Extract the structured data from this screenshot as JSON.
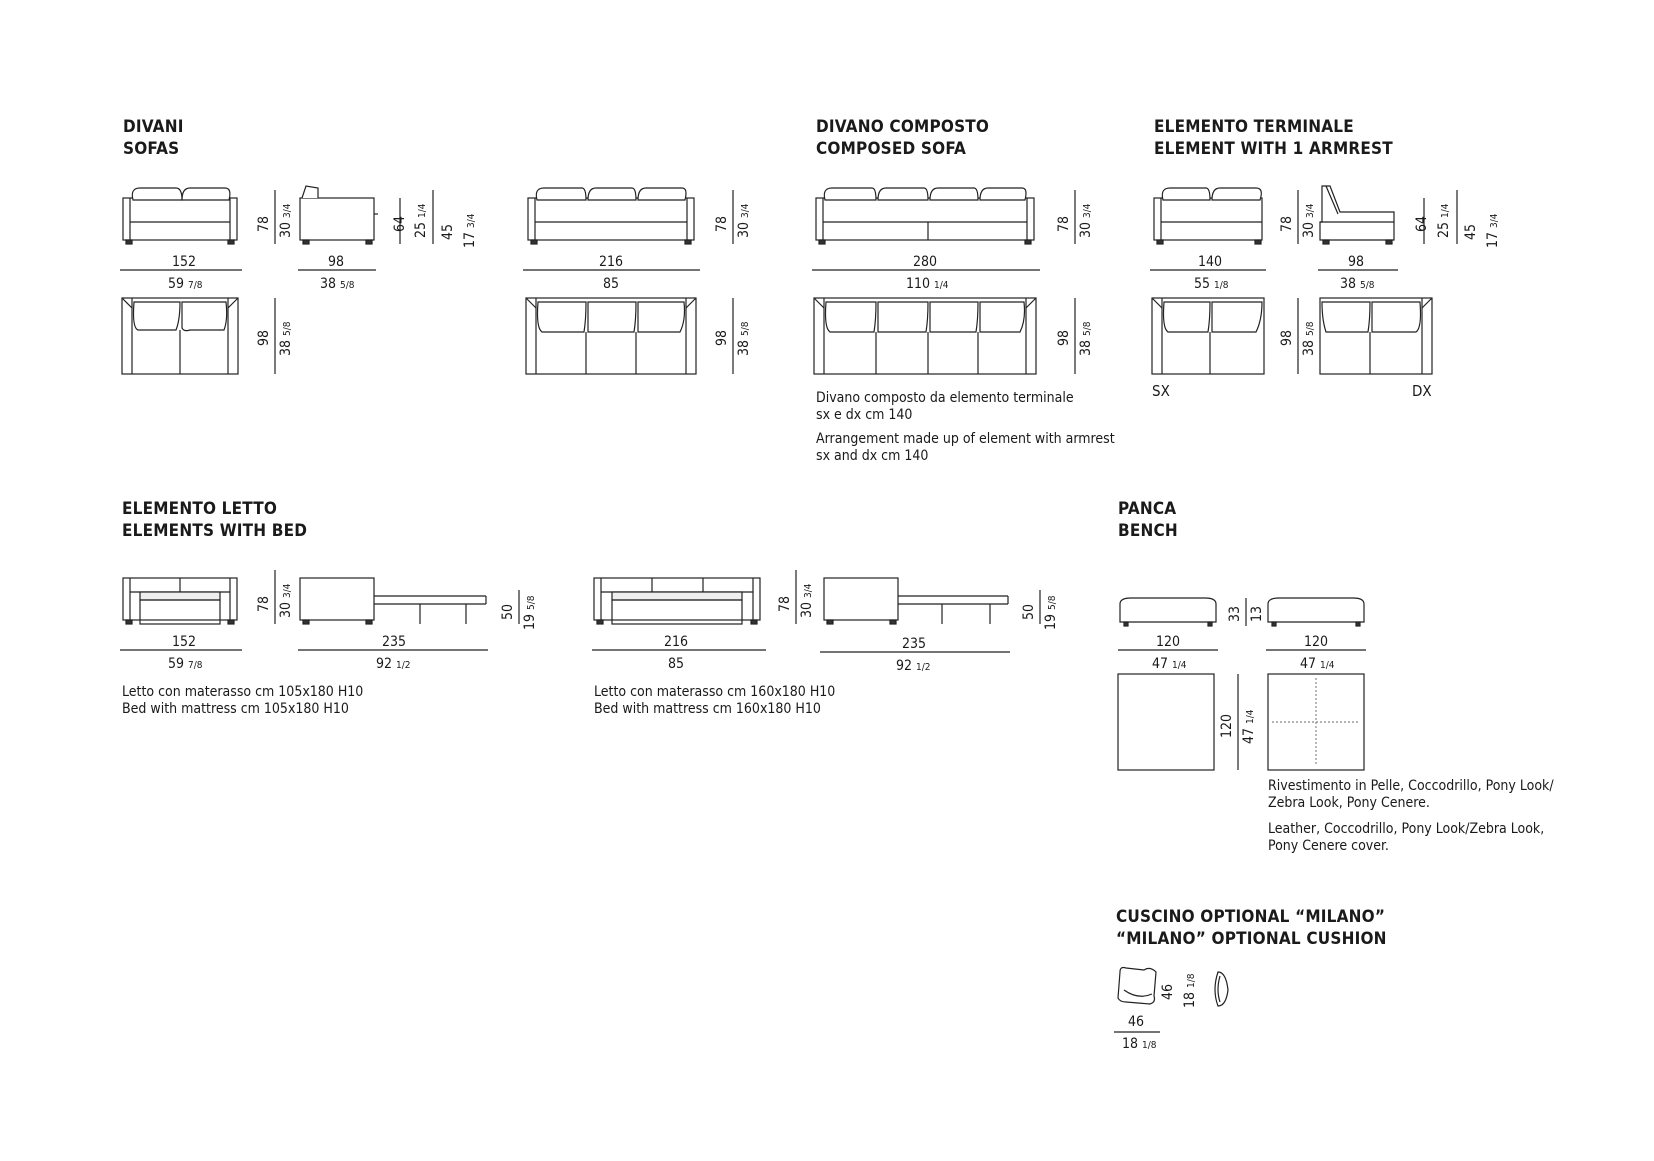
{
  "sections": {
    "divani": {
      "title_it": "DIVANI",
      "title_en": "SOFAS"
    },
    "composto": {
      "title_it": "DIVANO COMPOSTO",
      "title_en": "COMPOSED SOFA",
      "note_it_1": "Divano composto da elemento terminale",
      "note_it_2": "sx e dx cm 140",
      "note_en_1": "Arrangement made up of element with armrest",
      "note_en_2": "sx and dx cm 140"
    },
    "terminale": {
      "title_it": "ELEMENTO TERMINALE",
      "title_en": "ELEMENT WITH 1 ARMREST",
      "left_label": "SX",
      "right_label": "DX"
    },
    "letto": {
      "title_it": "ELEMENTO LETTO",
      "title_en": "ELEMENTS WITH BED",
      "note_a_it": "Letto con materasso cm 105x180 H10",
      "note_a_en": "Bed with mattress cm 105x180 H10",
      "note_b_it": "Letto con materasso cm 160x180 H10",
      "note_b_en": "Bed with mattress cm 160x180 H10"
    },
    "panca": {
      "title_it": "PANCA",
      "title_en": "BENCH",
      "note_it_1": "Rivestimento in Pelle, Coccodrillo, Pony Look/",
      "note_it_2": "Zebra Look, Pony Cenere.",
      "note_en_1": "Leather, Coccodrillo, Pony Look/Zebra Look,",
      "note_en_2": "Pony Cenere cover."
    },
    "cuscino": {
      "title_it": "CUSCINO OPTIONAL “MILANO”",
      "title_en": "“MILANO” OPTIONAL CUSHION"
    }
  },
  "dims": {
    "d152": "152",
    "d59": "59",
    "f78": "7/8",
    "d98": "98",
    "d38": "38",
    "f58": "5/8",
    "d216": "216",
    "d85": "85",
    "d280": "280",
    "d110": "110",
    "f14": "1/4",
    "d140": "140",
    "d55": "55",
    "f18": "1/8",
    "d78": "78",
    "d30": "30",
    "f34": "3/4",
    "d64": "64",
    "d25": "25",
    "d45": "45",
    "d17": "17",
    "d235": "235",
    "d92": "92",
    "f12": "1/2",
    "d50": "50",
    "d19": "19",
    "d120": "120",
    "d47": "47",
    "d33": "33",
    "d13": "13",
    "d46": "46",
    "d18": "18"
  }
}
